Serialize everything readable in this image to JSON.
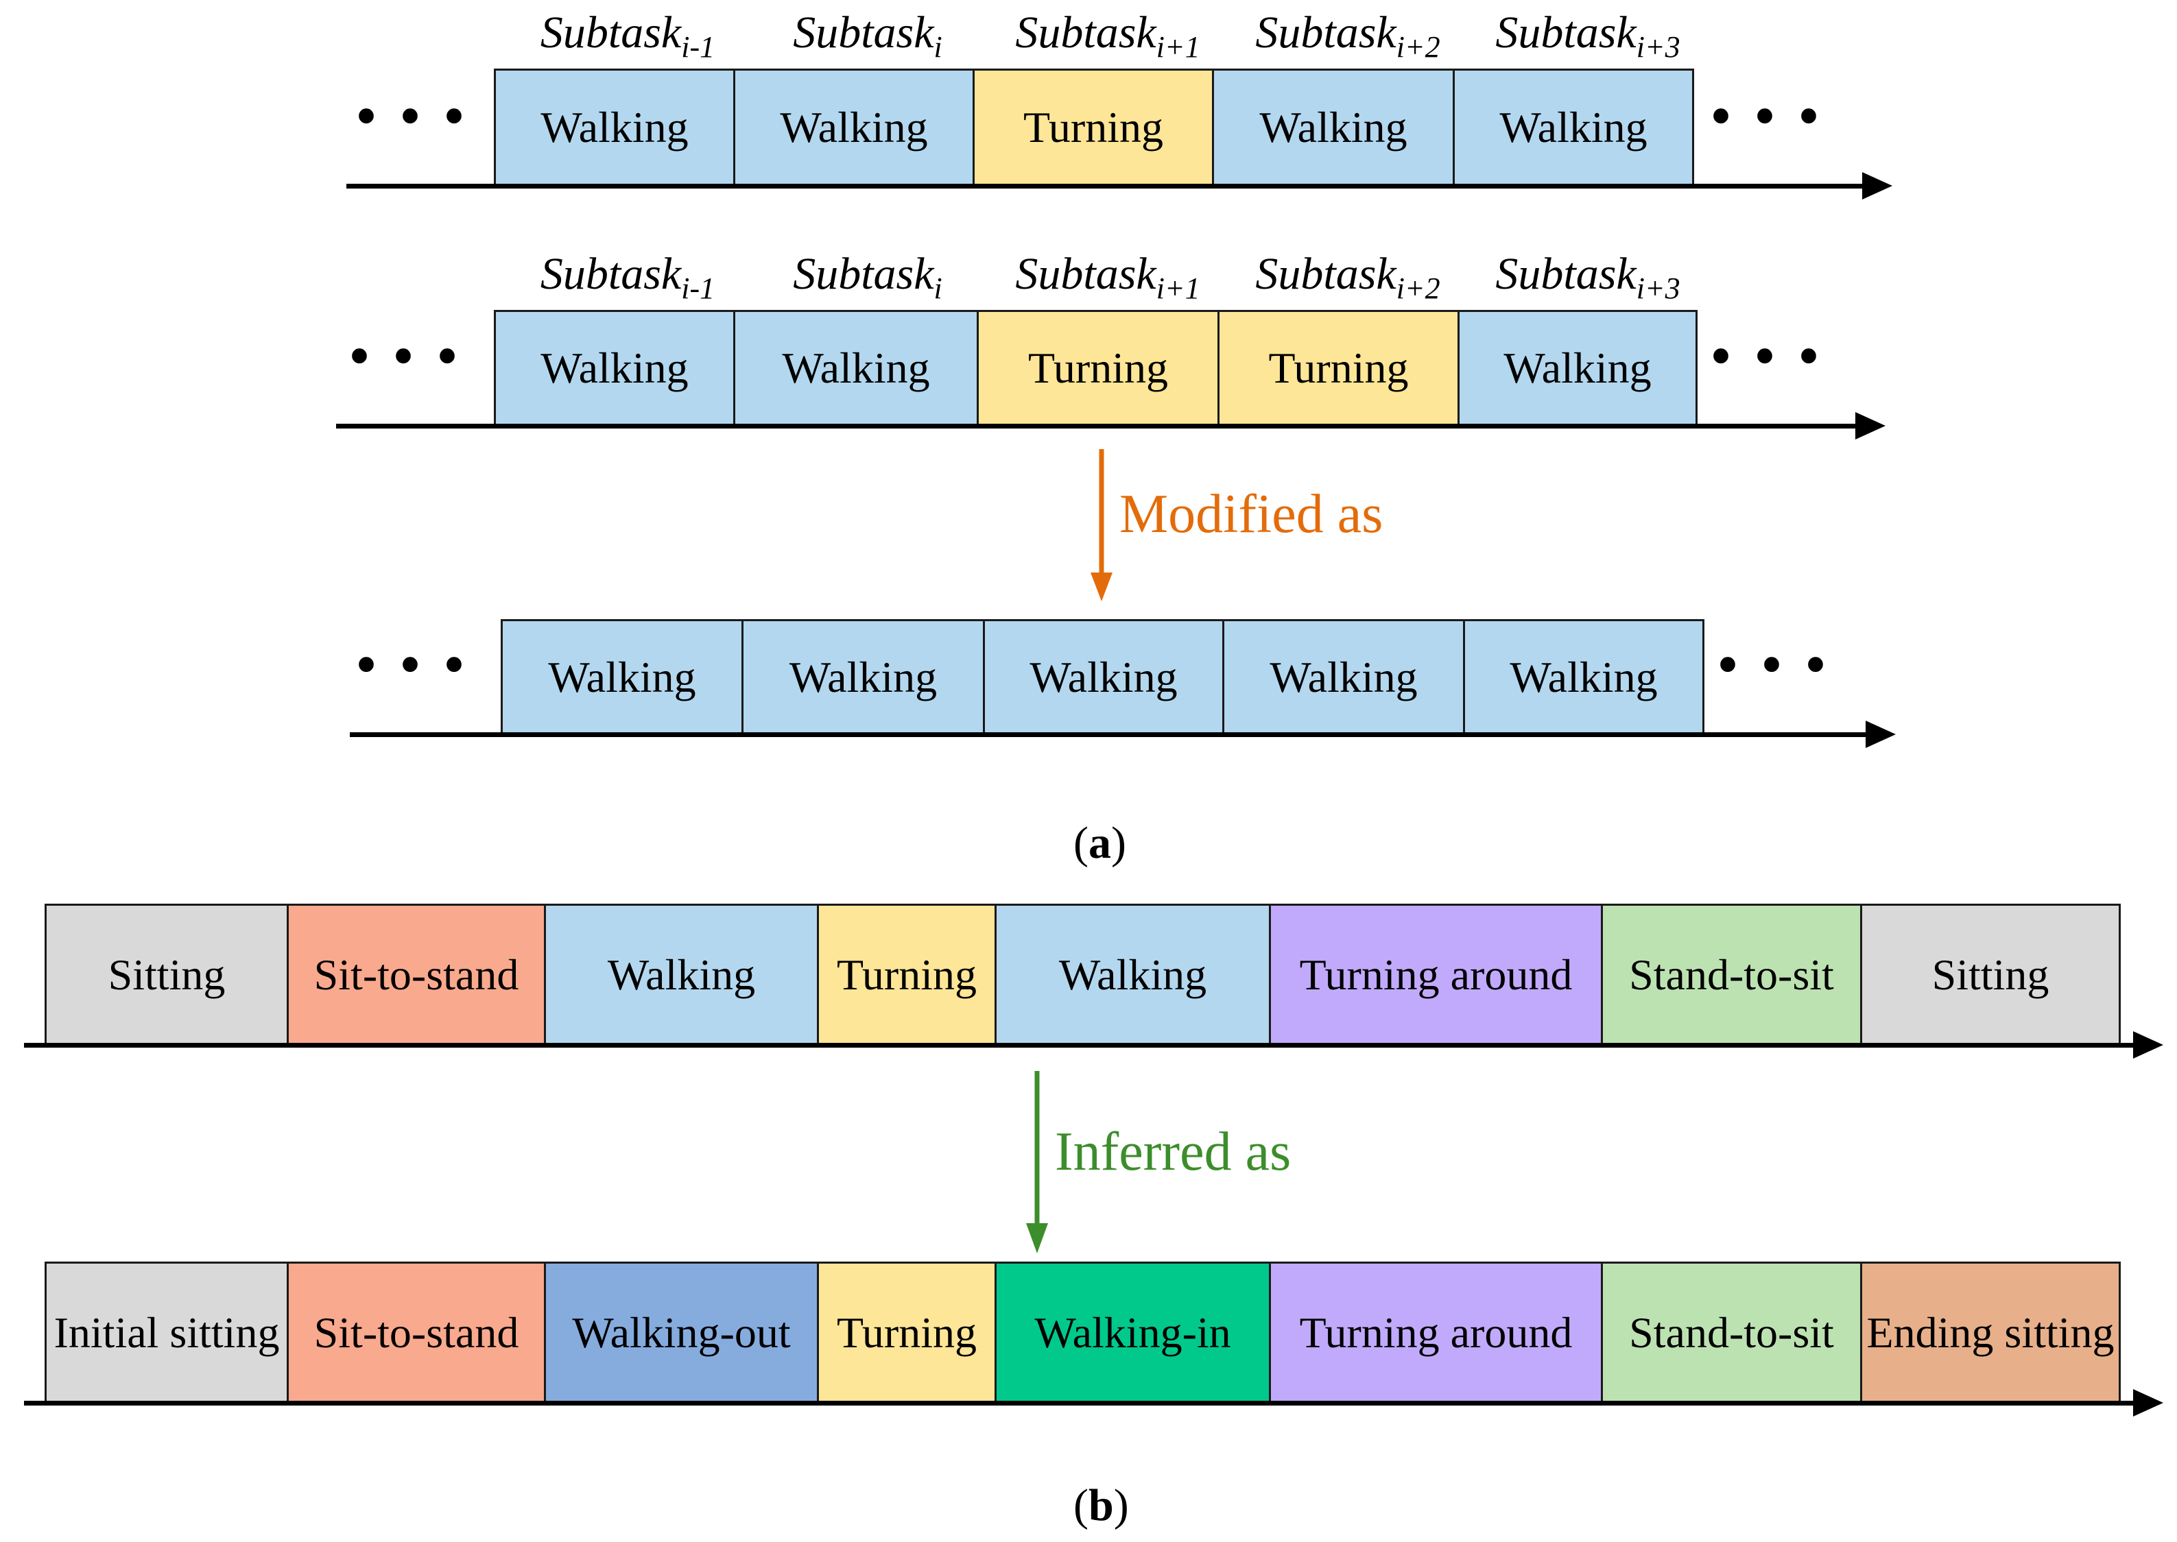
{
  "colors": {
    "walking": "#b3d7ee",
    "turning": "#fde697",
    "sitting": "#d9d9d9",
    "sit_to_stand": "#f9a98d",
    "turning_around": "#c1aafb",
    "stand_to_sit": "#bde2b2",
    "walking_out": "#86acde",
    "walking_in": "#00c98b",
    "ending_sitting": "#e7b08a",
    "modified_arrow": "#e36c0a",
    "inferred_arrow": "#3c8d2b"
  },
  "part_a": {
    "subtask_base": "Subtask",
    "subtask_subscripts": [
      "i-1",
      "i",
      "i+1",
      "i+2",
      "i+3"
    ],
    "ellipsis": "• • •",
    "row1": [
      "Walking",
      "Walking",
      "Turning",
      "Walking",
      "Walking"
    ],
    "row2": [
      "Walking",
      "Walking",
      "Turning",
      "Turning",
      "Walking"
    ],
    "row3": [
      "Walking",
      "Walking",
      "Walking",
      "Walking",
      "Walking"
    ],
    "modified_label": "Modified as",
    "caption_open": "(",
    "caption_letter": "a",
    "caption_close": ")"
  },
  "part_b": {
    "top_row": [
      "Sitting",
      "Sit-to-stand",
      "Walking",
      "Turning",
      "Walking",
      "Turning around",
      "Stand-to-sit",
      "Sitting"
    ],
    "bottom_row": [
      "Initial sitting",
      "Sit-to-stand",
      "Walking-out",
      "Turning",
      "Walking-in",
      "Turning around",
      "Stand-to-sit",
      "Ending sitting"
    ],
    "inferred_label": "Inferred as",
    "caption_open": "(",
    "caption_letter": "b",
    "caption_close": ")"
  }
}
